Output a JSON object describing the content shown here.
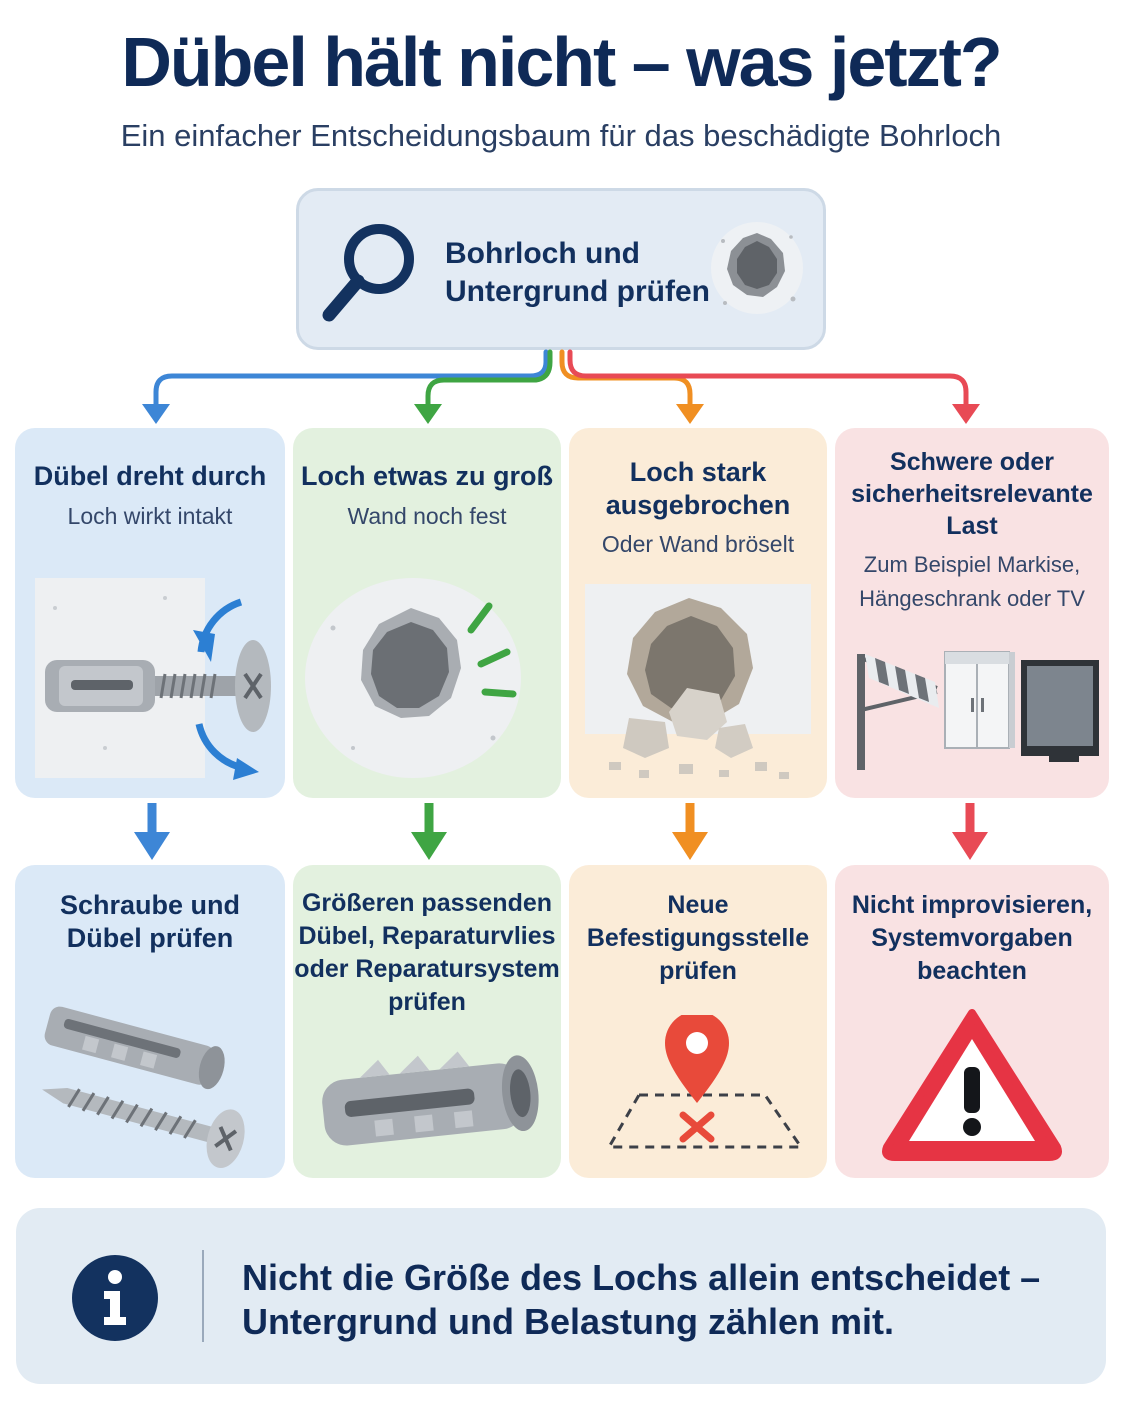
{
  "title": "Dübel hält nicht – was jetzt?",
  "subtitle": "Ein einfacher Entscheidungsbaum für das beschädigte Bohrloch",
  "root": {
    "line1": "Bohrloch und",
    "line2": "Untergrund prüfen",
    "icons": [
      "magnifier-icon",
      "drill-hole-icon"
    ]
  },
  "branches": [
    {
      "color": "#3d86d6",
      "condition_lines": [
        "Dübel dreht durch"
      ],
      "detail_lines": [
        "Loch wirkt intakt"
      ],
      "condition_icon": "spinning-anchor-icon",
      "action_lines": [
        "Schraube und",
        "Dübel prüfen"
      ],
      "action_icon": "anchor-and-screw-icon"
    },
    {
      "color": "#3fa543",
      "condition_lines": [
        "Loch etwas zu groß"
      ],
      "detail_lines": [
        "Wand noch fest"
      ],
      "condition_icon": "enlarged-hole-icon",
      "action_lines": [
        "Größeren passenden",
        "Dübel, Reparaturvlies",
        "oder Reparatursystem",
        "prüfen"
      ],
      "action_icon": "large-anchor-icon"
    },
    {
      "color": "#f08f22",
      "condition_lines": [
        "Loch stark",
        "ausgebrochen"
      ],
      "detail_lines": [
        "Oder Wand bröselt"
      ],
      "condition_icon": "crumbling-wall-icon",
      "action_lines": [
        "Neue",
        "Befestigungsstelle",
        "prüfen"
      ],
      "action_icon": "location-pin-icon"
    },
    {
      "color": "#e84a55",
      "condition_lines": [
        "Schwere oder",
        "sicherheitsrelevante",
        "Last"
      ],
      "detail_lines": [
        "Zum Beispiel Markise,",
        "Hängeschrank oder TV"
      ],
      "condition_icon": "heavy-loads-icon",
      "action_lines": [
        "Nicht improvisieren,",
        "Systemvorgaben",
        "beachten"
      ],
      "action_icon": "warning-icon"
    }
  ],
  "info": {
    "line1": "Nicht die Größe des Lochs allein entscheidet –",
    "line2": "Untergrund und Belastung zählen mit.",
    "icon": "info-icon"
  }
}
